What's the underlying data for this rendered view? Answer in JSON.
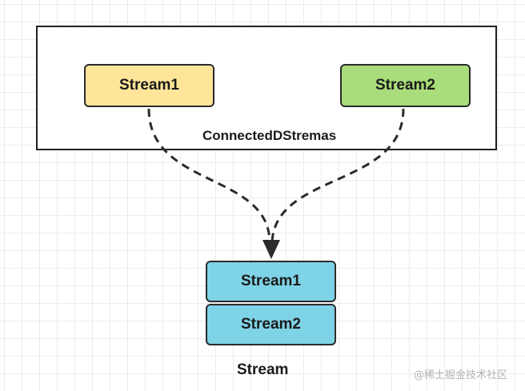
{
  "diagram": {
    "group_label": "ConnectedDStremas",
    "source_nodes": [
      {
        "label": "Stream1",
        "color": "#ffe599"
      },
      {
        "label": "Stream2",
        "color": "#a9dc7a"
      }
    ],
    "result_stack": [
      {
        "label": "Stream1",
        "color": "#7fd3e6"
      },
      {
        "label": "Stream2",
        "color": "#7fd3e6"
      }
    ],
    "result_label": "Stream",
    "edge_style": "dashed",
    "watermark": "@稀土掘金技术社区"
  }
}
